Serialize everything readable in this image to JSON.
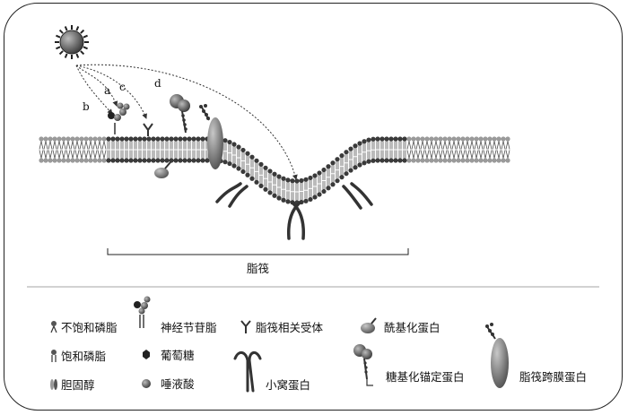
{
  "paths": {
    "a": "a",
    "b": "b",
    "c": "c",
    "d": "d"
  },
  "raft_label": "脂筏",
  "legend": {
    "unsat_phospholipid": "不饱和磷脂",
    "sat_phospholipid": "饱和磷脂",
    "cholesterol": "胆固醇",
    "ganglioside": "神经节苷脂",
    "glucose": "葡萄糖",
    "sialic_acid": "唾液酸",
    "raft_receptor": "脂筏相关受体",
    "caveolin": "小窝蛋白",
    "acylated_protein": "酰基化蛋白",
    "gpi_protein": "糖基化锚定蛋白",
    "transmembrane_protein": "脂筏跨膜蛋白"
  }
}
